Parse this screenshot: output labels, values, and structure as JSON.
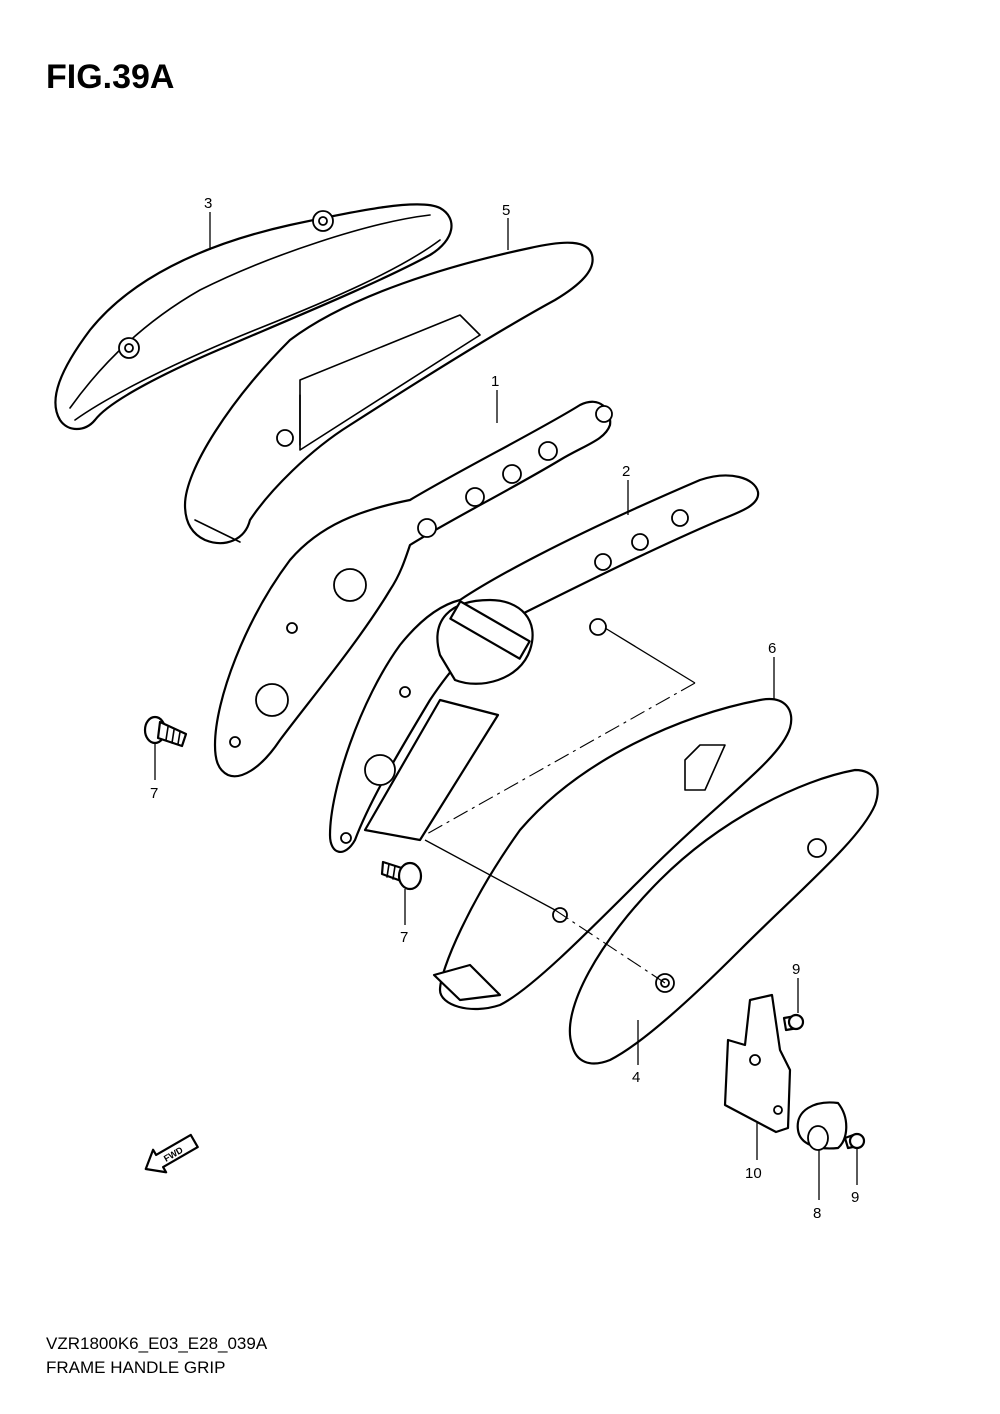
{
  "figure": {
    "title": "FIG.39A"
  },
  "callouts": [
    {
      "id": "3",
      "label": "3"
    },
    {
      "id": "5",
      "label": "5"
    },
    {
      "id": "1",
      "label": "1"
    },
    {
      "id": "2",
      "label": "2"
    },
    {
      "id": "6",
      "label": "6"
    },
    {
      "id": "7a",
      "label": "7"
    },
    {
      "id": "7b",
      "label": "7"
    },
    {
      "id": "9a",
      "label": "9"
    },
    {
      "id": "4",
      "label": "4"
    },
    {
      "id": "10",
      "label": "10"
    },
    {
      "id": "8",
      "label": "8"
    },
    {
      "id": "9b",
      "label": "9"
    }
  ],
  "fwd_arrow": {
    "label": "FWD"
  },
  "footer": {
    "code": "VZR1800K6_E03_E28_039A",
    "name": "FRAME HANDLE GRIP"
  }
}
